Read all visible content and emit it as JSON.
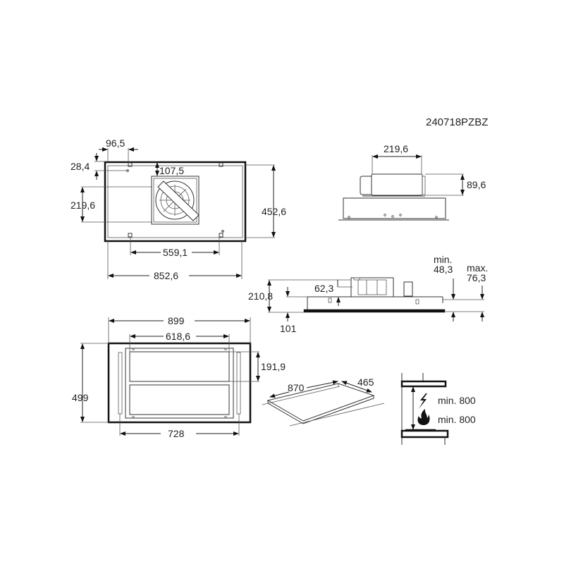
{
  "drawing": {
    "code": "240718PZBZ"
  },
  "top_view": {
    "dim_offset_x": "96,5",
    "dim_offset_y": "28,4",
    "dim_fan_top": "107,5",
    "dim_fan_height": "219,6",
    "dim_height": "452,6",
    "dim_brackets": "559,1",
    "dim_width": "852,6"
  },
  "side_view_top": {
    "dim_motor_width": "219,6",
    "dim_motor_height": "89,6"
  },
  "side_view_section": {
    "dim_total_height": "210,8",
    "dim_62": "62,3",
    "dim_panel": "101",
    "min_label": "min.",
    "min_value": "48,3",
    "max_label": "max.",
    "max_value": "76,3"
  },
  "bottom_view": {
    "dim_width": "899",
    "dim_inner_width": "618,6",
    "dim_filter_height": "191,9",
    "dim_height": "499",
    "dim_rails": "728"
  },
  "cutout": {
    "dim_length": "870",
    "dim_depth": "465"
  },
  "clearance": {
    "electric_label": "min. 800",
    "gas_label": "min. 800",
    "icons": [
      "lightning-icon",
      "flame-icon"
    ]
  }
}
